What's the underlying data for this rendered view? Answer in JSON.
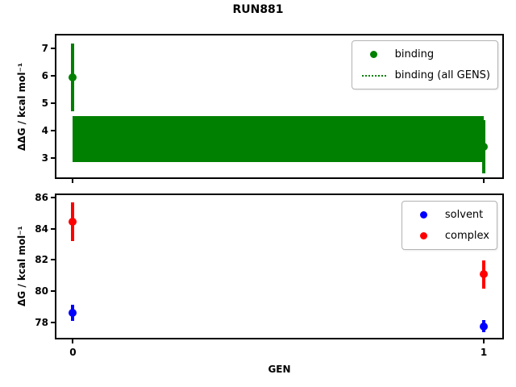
{
  "title": "RUN881",
  "chart_data": [
    {
      "type": "scatter",
      "subplot": "top",
      "ylabel": "ΔΔG / kcal mol⁻¹",
      "ylim": [
        2.29,
        7.47
      ],
      "yticks": [
        3,
        4,
        5,
        6,
        7
      ],
      "xlim": [
        -0.04,
        1.045
      ],
      "x": [
        0,
        1
      ],
      "xticks": [
        0,
        1
      ],
      "grid": false,
      "series": [
        {
          "name": "binding",
          "color": "#008000",
          "marker": "circle",
          "y": [
            5.94,
            3.41
          ],
          "yerr": [
            1.24,
            0.97
          ]
        }
      ],
      "band": {
        "label": "binding (all GENS)",
        "color": "#008000",
        "line_style": "dotted",
        "center": 3.69,
        "lo": 2.85,
        "hi": 4.53,
        "x_from": 0,
        "x_to": 1
      },
      "legend": {
        "position": "upper right",
        "entries": [
          "binding",
          "binding (all GENS)"
        ]
      }
    },
    {
      "type": "scatter",
      "subplot": "bottom",
      "xlabel": "GEN",
      "ylabel": "ΔG / kcal mol⁻¹",
      "ylim": [
        77.0,
        86.16
      ],
      "yticks": [
        78,
        80,
        82,
        84,
        86
      ],
      "xlim": [
        -0.04,
        1.045
      ],
      "x": [
        0,
        1
      ],
      "xticks": [
        0,
        1
      ],
      "xticklabels": [
        "0",
        "1"
      ],
      "grid": false,
      "series": [
        {
          "name": "solvent",
          "color": "#0000ff",
          "marker": "circle",
          "y": [
            78.62,
            77.74
          ],
          "yerr": [
            0.51,
            0.4
          ]
        },
        {
          "name": "complex",
          "color": "#ff0000",
          "marker": "circle",
          "y": [
            84.45,
            81.07
          ],
          "yerr": [
            1.26,
            0.9
          ]
        }
      ],
      "legend": {
        "position": "upper right",
        "entries": [
          "solvent",
          "complex"
        ]
      }
    }
  ]
}
